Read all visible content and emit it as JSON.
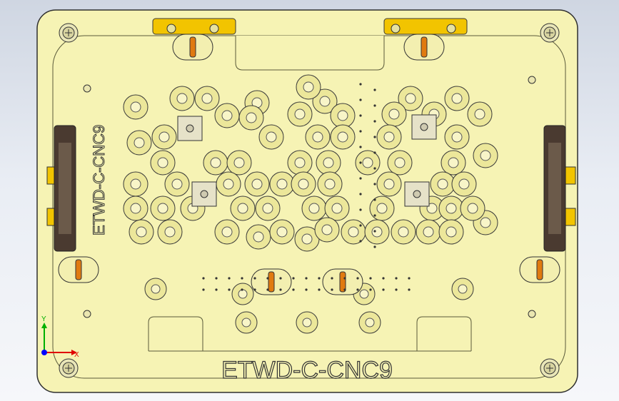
{
  "part_label_bottom": "ETWD-C-CNC9",
  "part_label_side": "ETWD-C-CNC9",
  "triad": {
    "x_label": "X",
    "y_label": "Y"
  },
  "colors": {
    "plate": "#f6f3b4",
    "plate_stroke": "#2f2f2f",
    "pad": "#ece79a",
    "pad_stroke": "#3a3a3a",
    "clamp": "#f2c400",
    "handle": "#4a3a30",
    "pin": "#e07a10",
    "axis_x": "#e00000",
    "axis_y": "#00b000",
    "axis_z": "#0000ff"
  },
  "icons": {
    "corner_screw": "screw-icon",
    "hinge_pin": "pin-icon",
    "locator_block": "locator-block-icon",
    "handle": "handle-icon"
  }
}
